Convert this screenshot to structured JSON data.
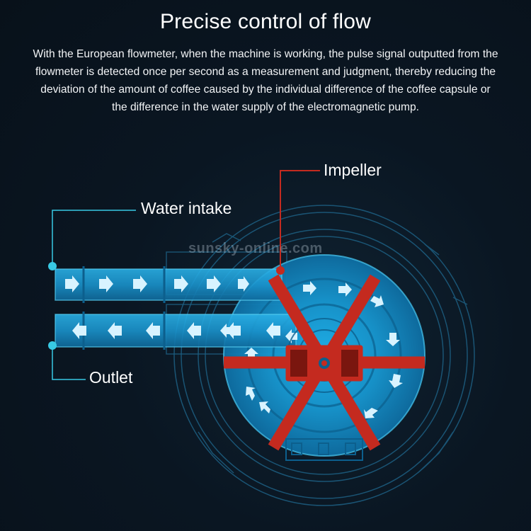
{
  "header": {
    "title": "Precise control of flow",
    "description": "With the European flowmeter, when the machine is working, the pulse signal outputted from the flowmeter is detected once per second as a measurement and judgment, thereby reducing the deviation of the amount of coffee caused by the individual difference of the coffee capsule or the difference in the water supply of the electromagnetic pump."
  },
  "labels": {
    "impeller": "Impeller",
    "water_intake": "Water intake",
    "outlet": "Outlet"
  },
  "watermark": "sunsky-online.com",
  "colors": {
    "background": "#09121c",
    "water_blue": "#1a9fd6",
    "cyan_line": "#38c9e4",
    "impeller_red": "#c42a1f",
    "text": "#ffffff"
  }
}
